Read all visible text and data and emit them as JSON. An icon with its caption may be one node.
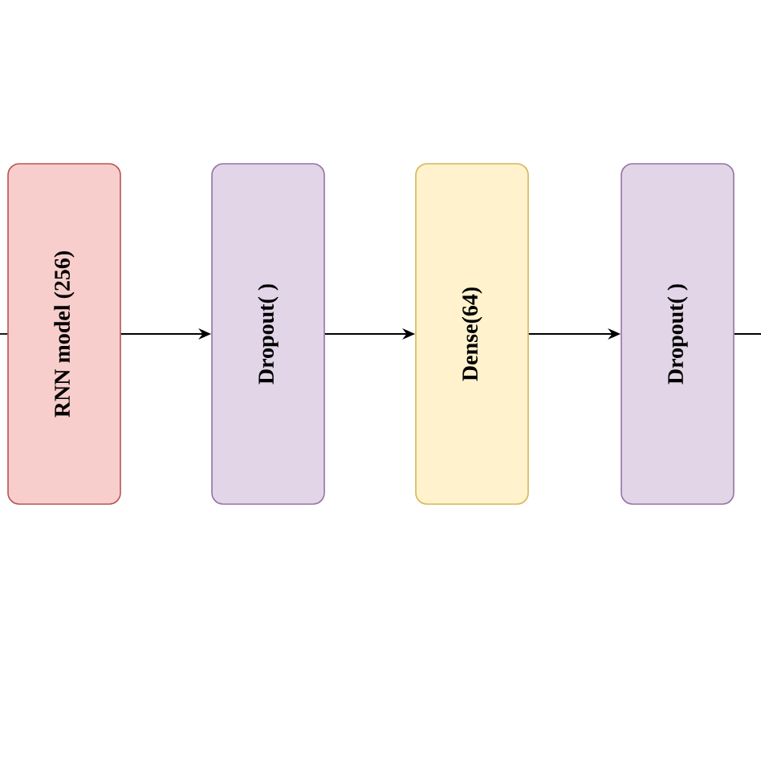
{
  "diagram": {
    "nodes": [
      {
        "text": [
          "RNN model (256)"
        ]
      },
      {
        "text": [
          "Dropout( )"
        ]
      },
      {
        "text": [
          "Dense(64)"
        ]
      },
      {
        "text": [
          "Dropout( )"
        ]
      }
    ],
    "edges": [
      {
        "from": null,
        "to": 0,
        "arrow": "none"
      },
      {
        "from": 0,
        "to": 1,
        "arrow": "to"
      },
      {
        "from": 1,
        "to": 2,
        "arrow": "to"
      },
      {
        "from": 2,
        "to": 3,
        "arrow": "to"
      },
      {
        "from": 3,
        "to": null,
        "arrow": "none"
      }
    ]
  }
}
